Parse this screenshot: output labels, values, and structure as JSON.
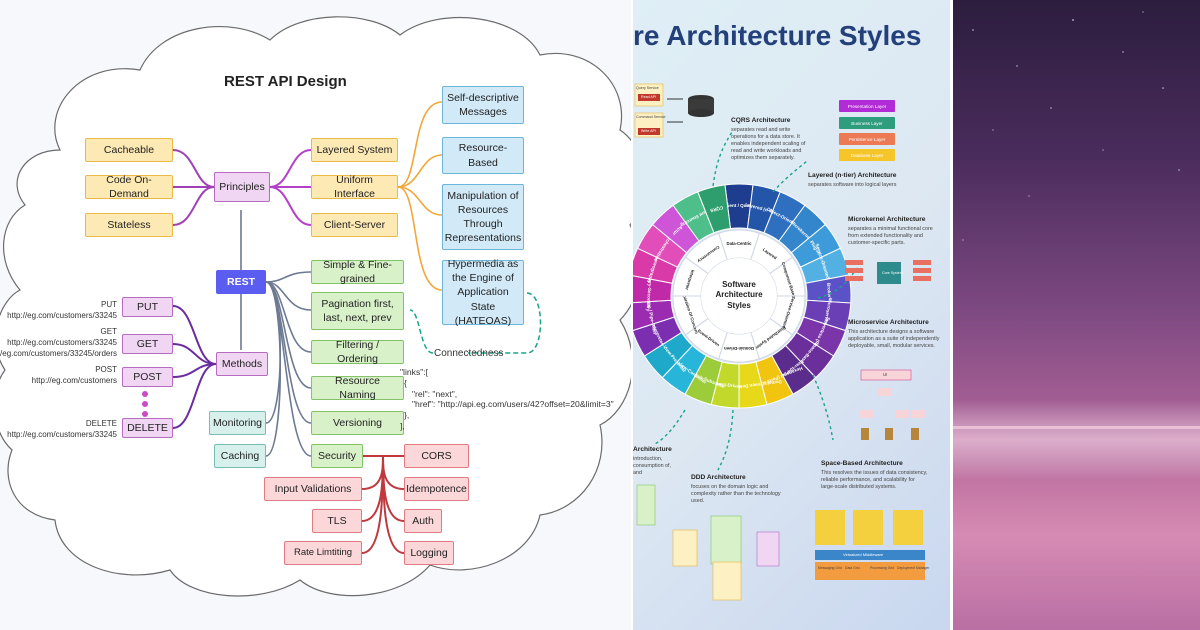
{
  "rest": {
    "title": "REST API Design",
    "core": "REST",
    "principles": {
      "label": "Principles",
      "left": [
        "Cacheable",
        "Code On-Demand",
        "Stateless"
      ],
      "right": [
        "Layered System",
        "Uniform Interface",
        "Client-Server"
      ]
    },
    "uniform_interface": [
      "Self-descriptive Messages",
      "Resource-Based",
      "Manipulation of Resources Through Representations",
      "Hypermedia as the Engine of Application State (HATEOAS)"
    ],
    "methods": {
      "label": "Methods",
      "items": [
        {
          "name": "PUT",
          "verb": "PUT",
          "url": "http://eg.com/customers/33245"
        },
        {
          "name": "GET",
          "verb": "GET",
          "url": "http://eg.com/customers/33245",
          "url2": "http://eg.com/customers/33245/orders"
        },
        {
          "name": "POST",
          "verb": "POST",
          "url": "http://eg.com/customers"
        },
        {
          "name": "DELETE",
          "verb": "DELETE",
          "url": "http://eg.com/customers/33245"
        }
      ]
    },
    "practices": [
      "Simple & Fine-grained",
      "Pagination first, last, next, prev",
      "Filtering / Ordering",
      "Resource Naming",
      "Versioning",
      "Security"
    ],
    "monitoring": "Monitoring",
    "caching": "Caching",
    "connectedness": "Connectedness",
    "code": [
      "\"links\":[",
      "{",
      "\"rel\": \"next\",",
      "\"href\": \"http://api.eg.com/users/42?offset=20&limit=3\"",
      "},",
      "],"
    ],
    "security": {
      "left": [
        "Input Validations",
        "TLS",
        "Rate Limtiting"
      ],
      "right": [
        "CORS",
        "Idempotence",
        "Auth",
        "Logging"
      ]
    }
  },
  "arch": {
    "title": "re Architecture Styles",
    "center": "Software Architecture Styles",
    "inner_ring": [
      "Data-Centric",
      "Layered",
      "Component-Based",
      "Service-Oriented",
      "Distributed System",
      "Domain-Driven",
      "Event-Driven",
      "Separation Of Concern",
      "Interpreter",
      "Concurrency"
    ],
    "outer_ring": [
      "Client / Queue",
      "Layered (n-tier)",
      "Object-Oriented",
      "Microkernel",
      "Plug-in",
      "Service-Oriented (SOA)",
      "Broker",
      "Microservices",
      "Serverless (Faas)",
      "Space-Based",
      "Peer-to-Peer",
      "Hexagonal (Ports & Adapters)",
      "Domain Driven Design (DDD)",
      "Event-Driven",
      "Publish-Subscribe",
      "Model-View-Controller",
      "Model-View-Presenter",
      "Interpreter",
      "Pipeline / Pipe-Filter",
      "Primary-Secondary",
      "Choreography",
      "Orchestration",
      "Actor",
      "Event Sourcing",
      "CQRS"
    ],
    "ring_colors": [
      "#1e3d8f",
      "#2355a8",
      "#2f6fc0",
      "#3486cc",
      "#3c9bd8",
      "#52b1e2",
      "#5a52c6",
      "#6a3fb6",
      "#7a35a8",
      "#6b2f9b",
      "#5a2d8c",
      "#f1c40f",
      "#e8d81a",
      "#c2d82a",
      "#9ccc3a",
      "#27b5d9",
      "#1ea8c9",
      "#7b2fb0",
      "#9b2bb0",
      "#c02aa8",
      "#d93aa7",
      "#e14db9",
      "#cf55d8",
      "#4ebf8a",
      "#2f9e6f"
    ],
    "sections": [
      {
        "name": "CQRS Architecture",
        "body": "separates read and write operations for a data store. It enables independent scaling of read and write workloads and optimizes them separately."
      },
      {
        "name": "Layered (n-tier) Architecture",
        "body": "separates software into logical layers"
      },
      {
        "name": "Microkernel Architecture",
        "body": "separates a minimal functional core from extended functionality and customer-specific parts."
      },
      {
        "name": "Microservice Architecture",
        "body": "This architecture designs a software application as a suite of independently deployable, small, modular services."
      },
      {
        "name": "Space-Based Architecture",
        "body": "This resolves the issues of data consistency, reliable performance, and scalability for large-scale distributed systems."
      },
      {
        "name": "DDD Architecture",
        "body": "focuses on the domain logic and complexity rather than the technology used."
      },
      {
        "name": "Architecture",
        "body": "introduction, consumption of, and"
      }
    ],
    "legend": [
      {
        "label": "Presentation Layer",
        "color": "#b12bd6"
      },
      {
        "label": "Business Layer",
        "color": "#2e9d7e"
      },
      {
        "label": "Persistence Layer",
        "color": "#ec7a55"
      },
      {
        "label": "Database Layer",
        "color": "#f6c52a"
      }
    ],
    "mini_labels": {
      "query": "Query Service",
      "read_api": "Read API",
      "command": "Command Service",
      "write_api": "Write API",
      "ui": "UI",
      "core": "Core System",
      "middleware": "Virtualized Middleware"
    },
    "bottom_labels": [
      "Messaging Grid",
      "Data Grid",
      "Processing Grid",
      "Deployment Manager"
    ]
  },
  "dusk": {}
}
